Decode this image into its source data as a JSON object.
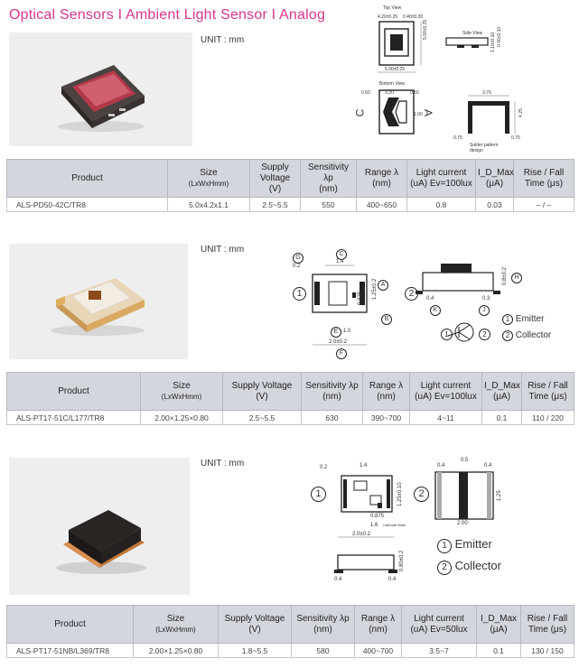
{
  "title": "Optical Sensors I Ambient Light Sensor I Analog",
  "headers": {
    "product": "Product",
    "size": "Size",
    "size_sub": "(LxWxHmm)",
    "voltage_1": "Supply Voltage",
    "voltage_2": "(V)",
    "sensitivity": "Sensitivity λp",
    "sensitivity_sub": "(nm)",
    "range": "Range λ",
    "range_sub": "(nm)",
    "current": "Light current",
    "current_100": "(uA) Ev=100lux",
    "current_50": "(uA) Ev=50lux",
    "idmax": "I_D_Max",
    "idmax_sub": "(μA)",
    "rise": "Rise / Fall",
    "rise_sub": "Time (μs)"
  },
  "sections": [
    {
      "unit": "UNIT : mm",
      "row": {
        "product": "ALS-PD50-42C/TR8",
        "size": "5.0x4.2x1.1",
        "voltage": "2.5~5.5",
        "sensitivity": "550",
        "range": "400~650",
        "current": "0.8",
        "idmax": "0.03",
        "rise": "– / –"
      },
      "diagram": {
        "top_view": "Top View",
        "side_view": "Side View",
        "bottom_view": "Bottom View",
        "dim_top": "4.20±0.25",
        "dim_top2": "0.40±0.20",
        "dim_right": "5.00±0.25",
        "dim_bottom": "5.00±0.25",
        "dim_side": "1.10±0.10",
        "dim_side2": "0.40±0.10",
        "dim_b1": "0.50",
        "dim_b2": "3.20",
        "dim_b3": "0.50",
        "dim_bh": "1.60",
        "pin_c": "C",
        "pin_a": "A",
        "pad_w": "3.70",
        "pad_h": "4.25",
        "pad_l": "0.75",
        "pad_r": "0.75",
        "solder_note": "Solder pattern design"
      }
    },
    {
      "unit": "UNIT : mm",
      "row": {
        "product": "ALS-PT17-51C/L177/TR8",
        "size": "2.00×1.25×0.80",
        "voltage": "2.5~5.5",
        "sensitivity": "630",
        "range": "390~700",
        "current": "4~11",
        "idmax": "0.1",
        "rise": "110 / 220"
      },
      "diagram": {
        "g": "G",
        "c": "C",
        "a": "A",
        "b": "B",
        "e": "E",
        "f": "F",
        "h": "H",
        "k": "K",
        "j": "J",
        "dim_02": "0.2",
        "dim_14": "1.4",
        "dim_125": "1.25±0.2",
        "dim_0325": "0.325",
        "dim_10": "1.0",
        "dim_20": "2.0±0.2",
        "dim_04": "0.4",
        "dim_03": "0.3",
        "dim_08": "0.8±0.2",
        "pin1": "1",
        "pin2": "2",
        "legend_1": "Emitter",
        "legend_2": "Collector"
      }
    },
    {
      "unit": "UNIT : mm",
      "row": {
        "product": "ALS-PT17-51NB/L369/TR8",
        "size": "2.00×1.25×0.80",
        "voltage": "1.8~5.5",
        "sensitivity": "580",
        "range": "400~700",
        "current": "3.5~7",
        "idmax": "0.1",
        "rise": "130 / 150"
      },
      "diagram": {
        "dim_02": "0.2",
        "dim_14": "1.4",
        "dim_125": "1.25±0.10",
        "dim_0875": "0.875",
        "dim_16": "1.6",
        "dim_20": "2.0±0.2",
        "cathode": "Cathode Mark",
        "dim_04": "0.4",
        "dim_05": "0.5",
        "dim_a": "0.4",
        "dim_right": "1.25",
        "dim_200": "2.00",
        "dim_08": "0.80±0.2",
        "dim_04b": "0.4",
        "dim_04c": "0.4",
        "pin1": "1",
        "pin2": "2",
        "legend_1": "Emitter",
        "legend_2": "Collector"
      }
    }
  ]
}
